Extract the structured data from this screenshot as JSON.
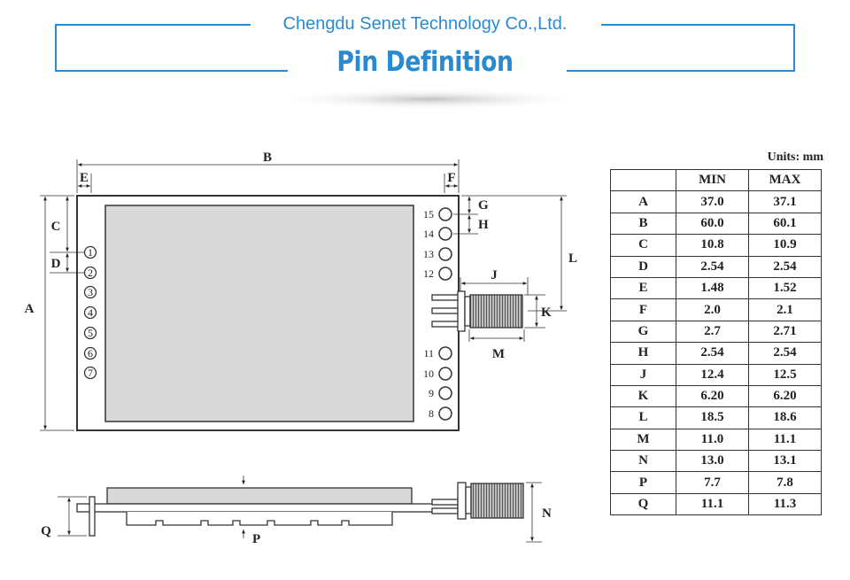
{
  "header": {
    "company": "Chengdu Senet Technology Co.,Ltd.",
    "title": "Pin Definition"
  },
  "drawing": {
    "labels": {
      "A": "A",
      "B": "B",
      "C": "C",
      "D": "D",
      "E": "E",
      "F": "F",
      "G": "G",
      "H": "H",
      "J": "J",
      "K": "K",
      "L": "L",
      "M": "M",
      "N": "N",
      "P": "P",
      "Q": "Q"
    },
    "pins_left": [
      "1",
      "2",
      "3",
      "4",
      "5",
      "6",
      "7"
    ],
    "pins_right": [
      "15",
      "14",
      "13",
      "12",
      "11",
      "10",
      "9",
      "8"
    ]
  },
  "table": {
    "units": "Units: mm",
    "headers": [
      "",
      "MIN",
      "MAX"
    ],
    "rows": [
      [
        "A",
        "37.0",
        "37.1"
      ],
      [
        "B",
        "60.0",
        "60.1"
      ],
      [
        "C",
        "10.8",
        "10.9"
      ],
      [
        "D",
        "2.54",
        "2.54"
      ],
      [
        "E",
        "1.48",
        "1.52"
      ],
      [
        "F",
        "2.0",
        "2.1"
      ],
      [
        "G",
        "2.7",
        "2.71"
      ],
      [
        "H",
        "2.54",
        "2.54"
      ],
      [
        "J",
        "12.4",
        "12.5"
      ],
      [
        "K",
        "6.20",
        "6.20"
      ],
      [
        "L",
        "18.5",
        "18.6"
      ],
      [
        "M",
        "11.0",
        "11.1"
      ],
      [
        "N",
        "13.0",
        "13.1"
      ],
      [
        "P",
        "7.7",
        "7.8"
      ],
      [
        "Q",
        "11.1",
        "11.3"
      ]
    ]
  }
}
